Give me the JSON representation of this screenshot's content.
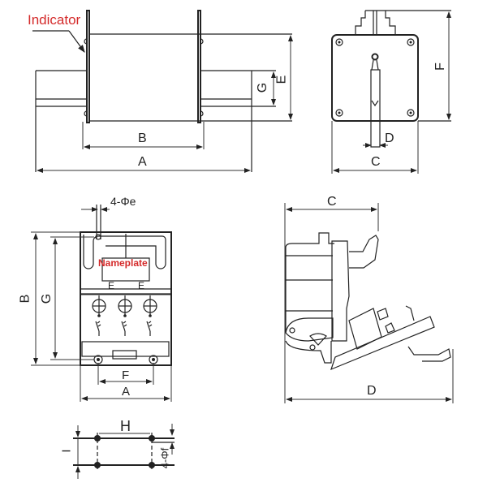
{
  "callouts": {
    "indicator": "Indicator",
    "nameplate": "Nameplate"
  },
  "front_view": {
    "dims": {
      "A": "A",
      "B": "B",
      "E": "E",
      "G": "G"
    }
  },
  "side_view": {
    "dims": {
      "C": "C",
      "D": "D",
      "F": "F"
    }
  },
  "base_top_view": {
    "dims": {
      "A": "A",
      "B": "B",
      "G": "G",
      "F": "F",
      "E1": "E",
      "E2": "E",
      "hole": "4-Φe"
    }
  },
  "base_side_view": {
    "dims": {
      "C": "C",
      "D": "D"
    }
  },
  "mount_pattern": {
    "dims": {
      "H": "H",
      "I": "I",
      "hole": "4-Φf"
    }
  },
  "colors": {
    "line": "#222222",
    "callout": "#d42a2a"
  }
}
